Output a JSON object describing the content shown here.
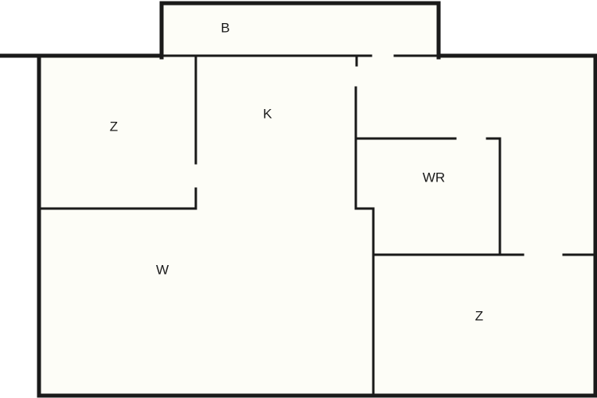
{
  "plan": {
    "colors": {
      "floor": "#fdfdf7",
      "wall": "#1a1a1a",
      "background": "#ffffff"
    },
    "rooms": {
      "balcony": "B",
      "room_top_left": "Z",
      "kitchen": "K",
      "bathroom": "WR",
      "living_room": "W",
      "room_bottom_right": "Z"
    }
  }
}
